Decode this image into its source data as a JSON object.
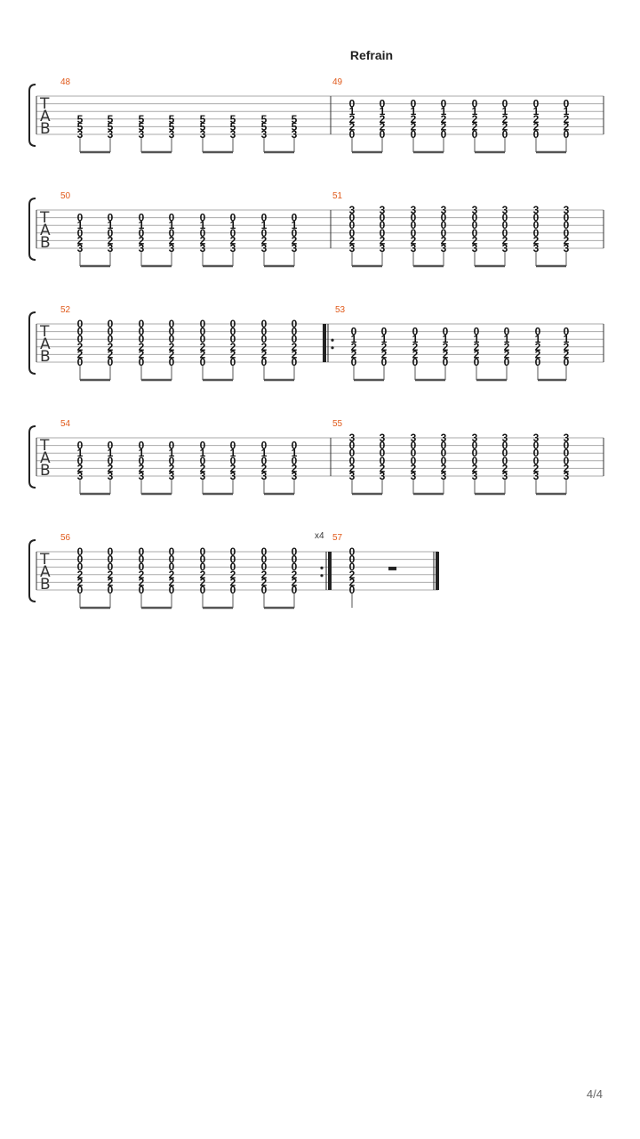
{
  "section_label": "Refrain",
  "page_number": "4/4",
  "tab_clef": [
    "T",
    "A",
    "B"
  ],
  "repeat_label": "x4",
  "systems": [
    {
      "measures": [
        {
          "number": "48",
          "beats": [
            [
              "",
              "",
              "5",
              "5",
              "3"
            ],
            [
              "",
              "",
              "5",
              "5",
              "3"
            ],
            [
              "",
              "",
              "5",
              "5",
              "3"
            ],
            [
              "",
              "",
              "5",
              "5",
              "3"
            ],
            [
              "",
              "",
              "5",
              "5",
              "3"
            ],
            [
              "",
              "",
              "5",
              "5",
              "3"
            ],
            [
              "",
              "",
              "5",
              "5",
              "3"
            ],
            [
              "",
              "",
              "5",
              "5",
              "3"
            ]
          ]
        },
        {
          "number": "49",
          "beats": [
            [
              "0",
              "1",
              "2",
              "2",
              "0"
            ],
            [
              "0",
              "1",
              "2",
              "2",
              "0"
            ],
            [
              "0",
              "1",
              "2",
              "2",
              "0"
            ],
            [
              "0",
              "1",
              "2",
              "2",
              "0"
            ],
            [
              "0",
              "1",
              "2",
              "2",
              "0"
            ],
            [
              "0",
              "1",
              "2",
              "2",
              "0"
            ],
            [
              "0",
              "1",
              "2",
              "2",
              "0"
            ],
            [
              "0",
              "1",
              "2",
              "2",
              "0"
            ]
          ]
        }
      ]
    },
    {
      "measures": [
        {
          "number": "50",
          "beats": [
            [
              "0",
              "1",
              "0",
              "2",
              "3"
            ],
            [
              "0",
              "1",
              "0",
              "2",
              "3"
            ],
            [
              "0",
              "1",
              "0",
              "2",
              "3"
            ],
            [
              "0",
              "1",
              "0",
              "2",
              "3"
            ],
            [
              "0",
              "1",
              "0",
              "2",
              "3"
            ],
            [
              "0",
              "1",
              "0",
              "2",
              "3"
            ],
            [
              "0",
              "1",
              "0",
              "2",
              "3"
            ],
            [
              "0",
              "1",
              "0",
              "2",
              "3"
            ]
          ]
        },
        {
          "number": "51",
          "beats": [
            [
              "3",
              "0",
              "0",
              "0",
              "2",
              "3"
            ],
            [
              "3",
              "0",
              "0",
              "0",
              "2",
              "3"
            ],
            [
              "3",
              "0",
              "0",
              "0",
              "2",
              "3"
            ],
            [
              "3",
              "0",
              "0",
              "0",
              "2",
              "3"
            ],
            [
              "3",
              "0",
              "0",
              "0",
              "2",
              "3"
            ],
            [
              "3",
              "0",
              "0",
              "0",
              "2",
              "3"
            ],
            [
              "3",
              "0",
              "0",
              "0",
              "2",
              "3"
            ],
            [
              "3",
              "0",
              "0",
              "0",
              "2",
              "3"
            ]
          ]
        }
      ]
    },
    {
      "measures": [
        {
          "number": "52",
          "beats": [
            [
              "0",
              "0",
              "0",
              "2",
              "2",
              "0"
            ],
            [
              "0",
              "0",
              "0",
              "2",
              "2",
              "0"
            ],
            [
              "0",
              "0",
              "0",
              "2",
              "2",
              "0"
            ],
            [
              "0",
              "0",
              "0",
              "2",
              "2",
              "0"
            ],
            [
              "0",
              "0",
              "0",
              "2",
              "2",
              "0"
            ],
            [
              "0",
              "0",
              "0",
              "2",
              "2",
              "0"
            ],
            [
              "0",
              "0",
              "0",
              "2",
              "2",
              "0"
            ],
            [
              "0",
              "0",
              "0",
              "2",
              "2",
              "0"
            ]
          ]
        },
        {
          "number": "53",
          "beats": [
            [
              "0",
              "1",
              "2",
              "2",
              "0"
            ],
            [
              "0",
              "1",
              "2",
              "2",
              "0"
            ],
            [
              "0",
              "1",
              "2",
              "2",
              "0"
            ],
            [
              "0",
              "1",
              "2",
              "2",
              "0"
            ],
            [
              "0",
              "1",
              "2",
              "2",
              "0"
            ],
            [
              "0",
              "1",
              "2",
              "2",
              "0"
            ],
            [
              "0",
              "1",
              "2",
              "2",
              "0"
            ],
            [
              "0",
              "1",
              "2",
              "2",
              "0"
            ]
          ]
        }
      ]
    },
    {
      "measures": [
        {
          "number": "54",
          "beats": [
            [
              "0",
              "1",
              "0",
              "2",
              "3"
            ],
            [
              "0",
              "1",
              "0",
              "2",
              "3"
            ],
            [
              "0",
              "1",
              "0",
              "2",
              "3"
            ],
            [
              "0",
              "1",
              "0",
              "2",
              "3"
            ],
            [
              "0",
              "1",
              "0",
              "2",
              "3"
            ],
            [
              "0",
              "1",
              "0",
              "2",
              "3"
            ],
            [
              "0",
              "1",
              "0",
              "2",
              "3"
            ],
            [
              "0",
              "1",
              "0",
              "2",
              "3"
            ]
          ]
        },
        {
          "number": "55",
          "beats": [
            [
              "3",
              "0",
              "0",
              "0",
              "2",
              "3"
            ],
            [
              "3",
              "0",
              "0",
              "0",
              "2",
              "3"
            ],
            [
              "3",
              "0",
              "0",
              "0",
              "2",
              "3"
            ],
            [
              "3",
              "0",
              "0",
              "0",
              "2",
              "3"
            ],
            [
              "3",
              "0",
              "0",
              "0",
              "2",
              "3"
            ],
            [
              "3",
              "0",
              "0",
              "0",
              "2",
              "3"
            ],
            [
              "3",
              "0",
              "0",
              "0",
              "2",
              "3"
            ],
            [
              "3",
              "0",
              "0",
              "0",
              "2",
              "3"
            ]
          ]
        }
      ]
    },
    {
      "measures": [
        {
          "number": "56",
          "beats": [
            [
              "0",
              "0",
              "0",
              "2",
              "2",
              "0"
            ],
            [
              "0",
              "0",
              "0",
              "2",
              "2",
              "0"
            ],
            [
              "0",
              "0",
              "0",
              "2",
              "2",
              "0"
            ],
            [
              "0",
              "0",
              "0",
              "2",
              "2",
              "0"
            ],
            [
              "0",
              "0",
              "0",
              "2",
              "2",
              "0"
            ],
            [
              "0",
              "0",
              "0",
              "2",
              "2",
              "0"
            ],
            [
              "0",
              "0",
              "0",
              "2",
              "2",
              "0"
            ],
            [
              "0",
              "0",
              "0",
              "2",
              "2",
              "0"
            ]
          ]
        },
        {
          "number": "57",
          "beats": [
            [
              "0",
              "0",
              "0",
              "2",
              "2",
              "0"
            ]
          ],
          "rest": true
        }
      ]
    }
  ]
}
